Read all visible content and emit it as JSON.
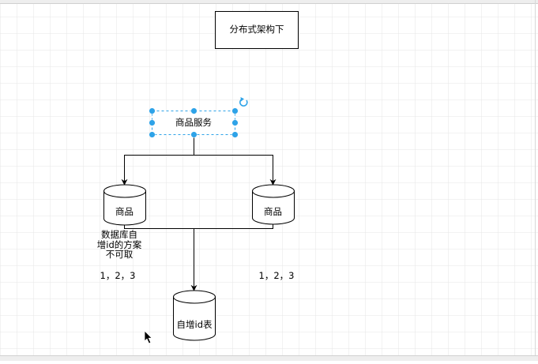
{
  "diagram": {
    "title": "分布式架构下",
    "service": "商品服务",
    "db_left": "商品",
    "db_right": "商品",
    "note_lines": [
      "数据库自",
      "增id的方案",
      "不可取"
    ],
    "ids_left": "1，2，3",
    "ids_right": "1，2，3",
    "id_table": "自增id表"
  },
  "colors": {
    "selection": "#2ea3e8",
    "stroke": "#000000",
    "grid": "#e6e6e6"
  },
  "icons": {
    "rotate": "rotate-icon",
    "cursor": "mouse-cursor-icon"
  }
}
